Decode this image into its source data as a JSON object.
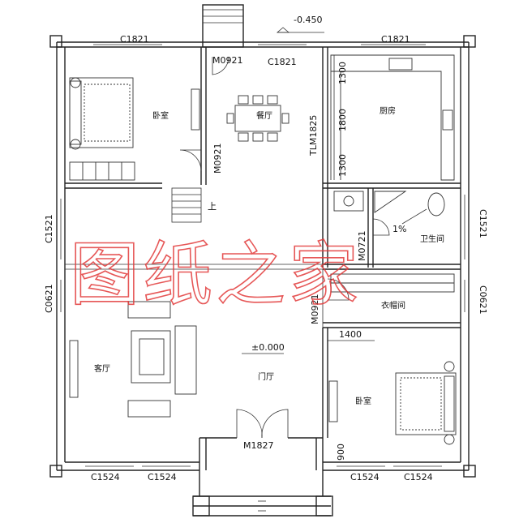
{
  "level_top": "-0.450",
  "level_main": "±0.000",
  "windows": {
    "top_left": "C1821",
    "top_mid": "C1821",
    "top_right": "C1821",
    "left_upper": "C1521",
    "left_lower": "C0621",
    "right_upper": "C1521",
    "right_lower": "C0621",
    "bottom_left_1": "C1524",
    "bottom_left_2": "C1524",
    "bottom_right_1": "C1524",
    "bottom_right_2": "C1524"
  },
  "doors": {
    "bedroom1_top": "M0921",
    "bedroom1_side": "M0921",
    "bathroom": "M0721",
    "bedroom2": "M0921",
    "main_entry": "M1827",
    "kitchen": "TLM1825"
  },
  "rooms": {
    "bedroom1": "卧室",
    "dining": "餐厅",
    "kitchen": "厨房",
    "bathroom": "卫生间",
    "closet": "衣帽间",
    "living": "客厅",
    "foyer": "门厅",
    "bedroom2": "卧室"
  },
  "dimensions": {
    "kitchen_1": "1300",
    "kitchen_2": "1800",
    "kitchen_3": "1300",
    "bedroom2_width": "1400",
    "bedroom2_small": "900"
  },
  "slope": "1%",
  "stair_up": "上",
  "watermark": "图纸之家"
}
